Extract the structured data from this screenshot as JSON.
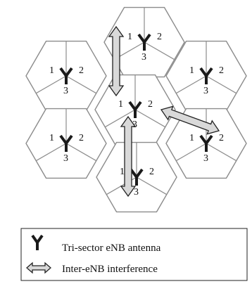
{
  "cells": [
    {
      "id": "top",
      "sectors": [
        "1",
        "2",
        "3"
      ]
    },
    {
      "id": "upper-left",
      "sectors": [
        "1",
        "2",
        "3"
      ]
    },
    {
      "id": "upper-right",
      "sectors": [
        "1",
        "2",
        "3"
      ]
    },
    {
      "id": "center",
      "sectors": [
        "1",
        "2",
        "3"
      ]
    },
    {
      "id": "lower-left",
      "sectors": [
        "1",
        "2",
        "3"
      ]
    },
    {
      "id": "lower-right",
      "sectors": [
        "1",
        "2",
        "3"
      ]
    },
    {
      "id": "bottom",
      "sectors": [
        "1",
        "2",
        "3"
      ]
    }
  ],
  "interference_links": [
    {
      "from": "top",
      "to": "center"
    },
    {
      "from": "center",
      "to": "lower-right"
    },
    {
      "from": "center",
      "to": "bottom"
    }
  ],
  "legend": {
    "antenna_label": "Tri-sector eNB antenna",
    "interference_label": "Inter-eNB interference"
  },
  "colors": {
    "cell_border": "#8c8c8c",
    "antenna": "#1a1a1a",
    "arrow_fill": "#d9d9d9",
    "arrow_stroke": "#222222"
  }
}
